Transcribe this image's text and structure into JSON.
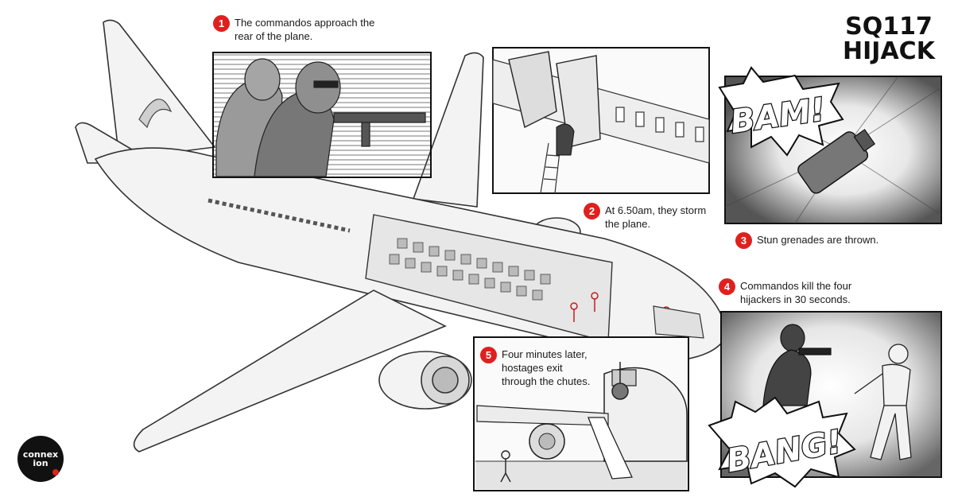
{
  "title": {
    "line1": "SQ117",
    "line2": "HIJACK"
  },
  "steps": [
    {
      "num": "1",
      "text": "The commandos approach the\nrear of the plane."
    },
    {
      "num": "2",
      "text": "At 6.50am, they storm\nthe plane."
    },
    {
      "num": "3",
      "text": "Stun grenades are thrown."
    },
    {
      "num": "4",
      "text": "Commandos kill the four\nhijackers in 30 seconds."
    },
    {
      "num": "5",
      "text": "Four minutes later,\nhostages exit\nthrough the chutes."
    }
  ],
  "sound_effects": {
    "bam": "BAM!",
    "bang": "BANG!"
  },
  "logo": {
    "text": "connexion"
  },
  "colors": {
    "accent": "#e0201e",
    "ink": "#1a1a1a",
    "plane_fill": "#f3f3f3",
    "panel_bg": "#fafafa"
  }
}
